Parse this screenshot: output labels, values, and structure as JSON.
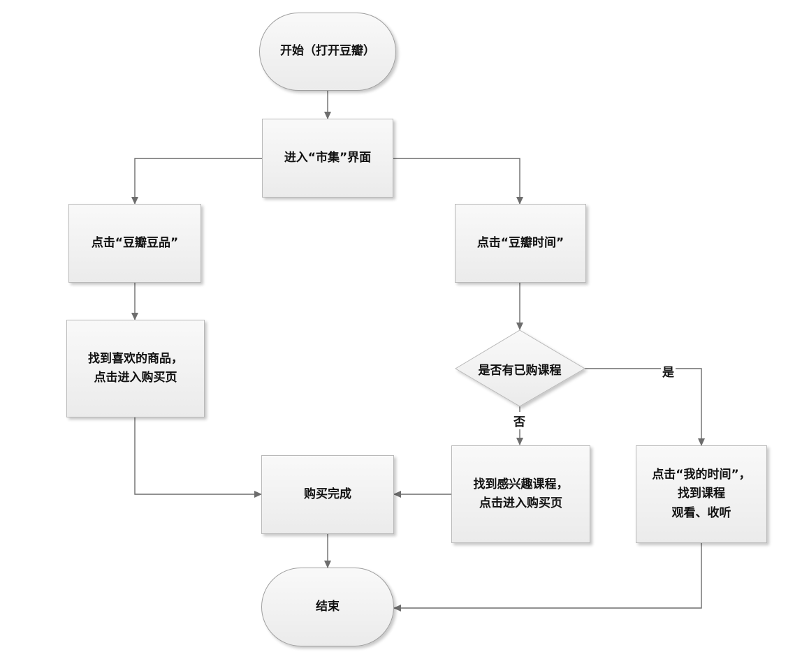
{
  "nodes": {
    "start": "开始（打开豆瓣）",
    "market": "进入“市集”界面",
    "douban_goods": "点击“豆瓣豆品”",
    "douban_time": "点击“豆瓣时间”",
    "find_goods": "找到喜欢的商品，\n点击进入购买页",
    "has_course": "是否有已购课程",
    "find_course": "找到感兴趣课程，\n点击进入购买页",
    "my_time": "点击“我的时间”，\n找到课程\n观看、收听",
    "purchase_done": "购买完成",
    "end": "结束"
  },
  "edge_labels": {
    "yes": "是",
    "no": "否"
  },
  "colors": {
    "line": "#6d6d6d",
    "fill_top": "#f9f9f9",
    "fill_bottom": "#ebebeb"
  }
}
